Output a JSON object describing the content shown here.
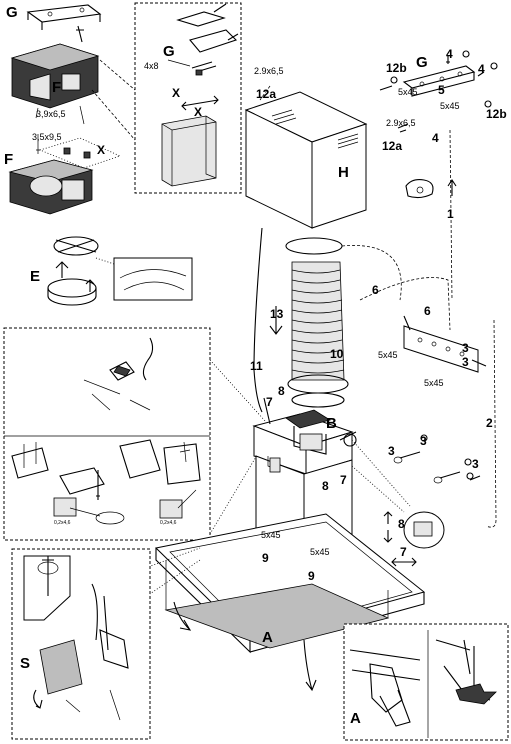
{
  "labels": {
    "g_top_left": "G",
    "f_upper": "F",
    "screw_3_9x6_5_left": "3,9x6,5",
    "screw_3_5x9_5": "3,5x9,5",
    "x_left": "X",
    "f_lower": "F",
    "e": "E",
    "inset_4x8": "4x8",
    "g_inset": "G",
    "x_inset_a": "X",
    "x_inset_b": "X",
    "screw_2_9x6_5_top": "2.9x6,5",
    "label_12a_top": "12a",
    "h": "H",
    "label_12b_left": "12b",
    "g_right": "G",
    "label_4_a": "4",
    "label_4_b": "4",
    "screw_5x45_right_a": "5x45",
    "label_5": "5",
    "screw_5x45_right_b": "5x45",
    "label_12b_right": "12b",
    "screw_2_9x6_5_right": "2.9x6,5",
    "label_12a_right": "12a",
    "label_4_c": "4",
    "label_1": "1",
    "label_6_left": "6",
    "label_6_right": "6",
    "label_13": "13",
    "label_10": "10",
    "screw_5x45_mid": "5x45",
    "label_3_a": "3",
    "label_3_b": "3",
    "screw_5x45_lower": "5x45",
    "label_11": "11",
    "label_8_a": "8",
    "label_7_a": "7",
    "b": "B",
    "label_8_b": "8",
    "label_7_b": "7",
    "label_2": "2",
    "label_3_c": "3",
    "label_3_d": "3",
    "label_3_e": "3",
    "label_8_c": "8",
    "label_7_c": "7",
    "screw_5x45_chim_a": "5x45",
    "screw_5x45_chim_b": "5x45",
    "label_9_a": "9",
    "label_9_b": "9",
    "a_main": "A",
    "s": "S",
    "a_inset": "A",
    "note_left": "0,2x4,6",
    "note_right": "0,2x4,6"
  }
}
